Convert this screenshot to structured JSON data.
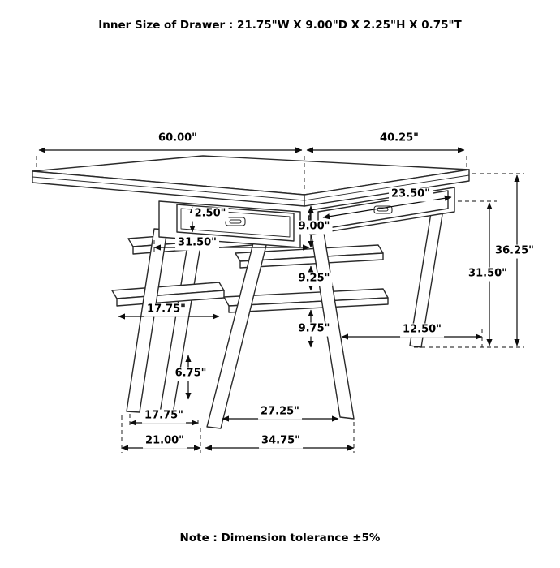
{
  "page": {
    "header_note": "Inner Size of Drawer : 21.75\"W X 9.00\"D X 2.25\"H X 0.75\"T",
    "footer_note": "Note : Dimension tolerance ±5%"
  },
  "diagram": {
    "type": "product-dimension-drawing",
    "subject": "counter-height table with two drawers, ladder side shelves and A-frame legs",
    "colors": {
      "line": "#2a2a2a",
      "background": "#ffffff"
    },
    "labels": [
      {
        "id": "top-length",
        "text": "60.00\""
      },
      {
        "id": "top-depth",
        "text": "40.25\""
      },
      {
        "id": "right-drawer-width",
        "text": "23.50\""
      },
      {
        "id": "left-drawer-height",
        "text": "2.50\""
      },
      {
        "id": "left-apron-width",
        "text": "31.50\""
      },
      {
        "id": "apron-to-upper-stretcher",
        "text": "9.00\""
      },
      {
        "id": "overall-height",
        "text": "36.25\""
      },
      {
        "id": "underside-height",
        "text": "31.50\""
      },
      {
        "id": "stretcher-gap",
        "text": "9.25\""
      },
      {
        "id": "lower-shelf-length",
        "text": "17.75\""
      },
      {
        "id": "stretcher-to-floor",
        "text": "9.75\""
      },
      {
        "id": "back-leg-offset",
        "text": "12.50\""
      },
      {
        "id": "shelf-to-floor",
        "text": "6.75\""
      },
      {
        "id": "front-leg-span",
        "text": "27.25\""
      },
      {
        "id": "left-leg-span",
        "text": "17.75\""
      },
      {
        "id": "left-base-width",
        "text": "21.00\""
      },
      {
        "id": "base-span",
        "text": "34.75\""
      }
    ]
  }
}
